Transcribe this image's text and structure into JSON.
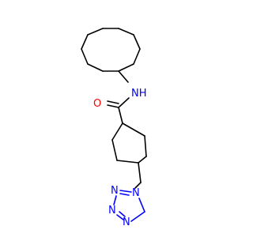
{
  "molecule": {
    "atom_labels": {
      "amide_o": "O",
      "amide_nh": "NH",
      "tetrazole_n1": "N",
      "tetrazole_n2": "N",
      "tetrazole_n3": "N",
      "tetrazole_n4": "N"
    },
    "colors": {
      "carbon_bond": "#000000",
      "nitrogen": "#0000ff",
      "oxygen": "#ff0000",
      "background": "#ffffff"
    }
  }
}
